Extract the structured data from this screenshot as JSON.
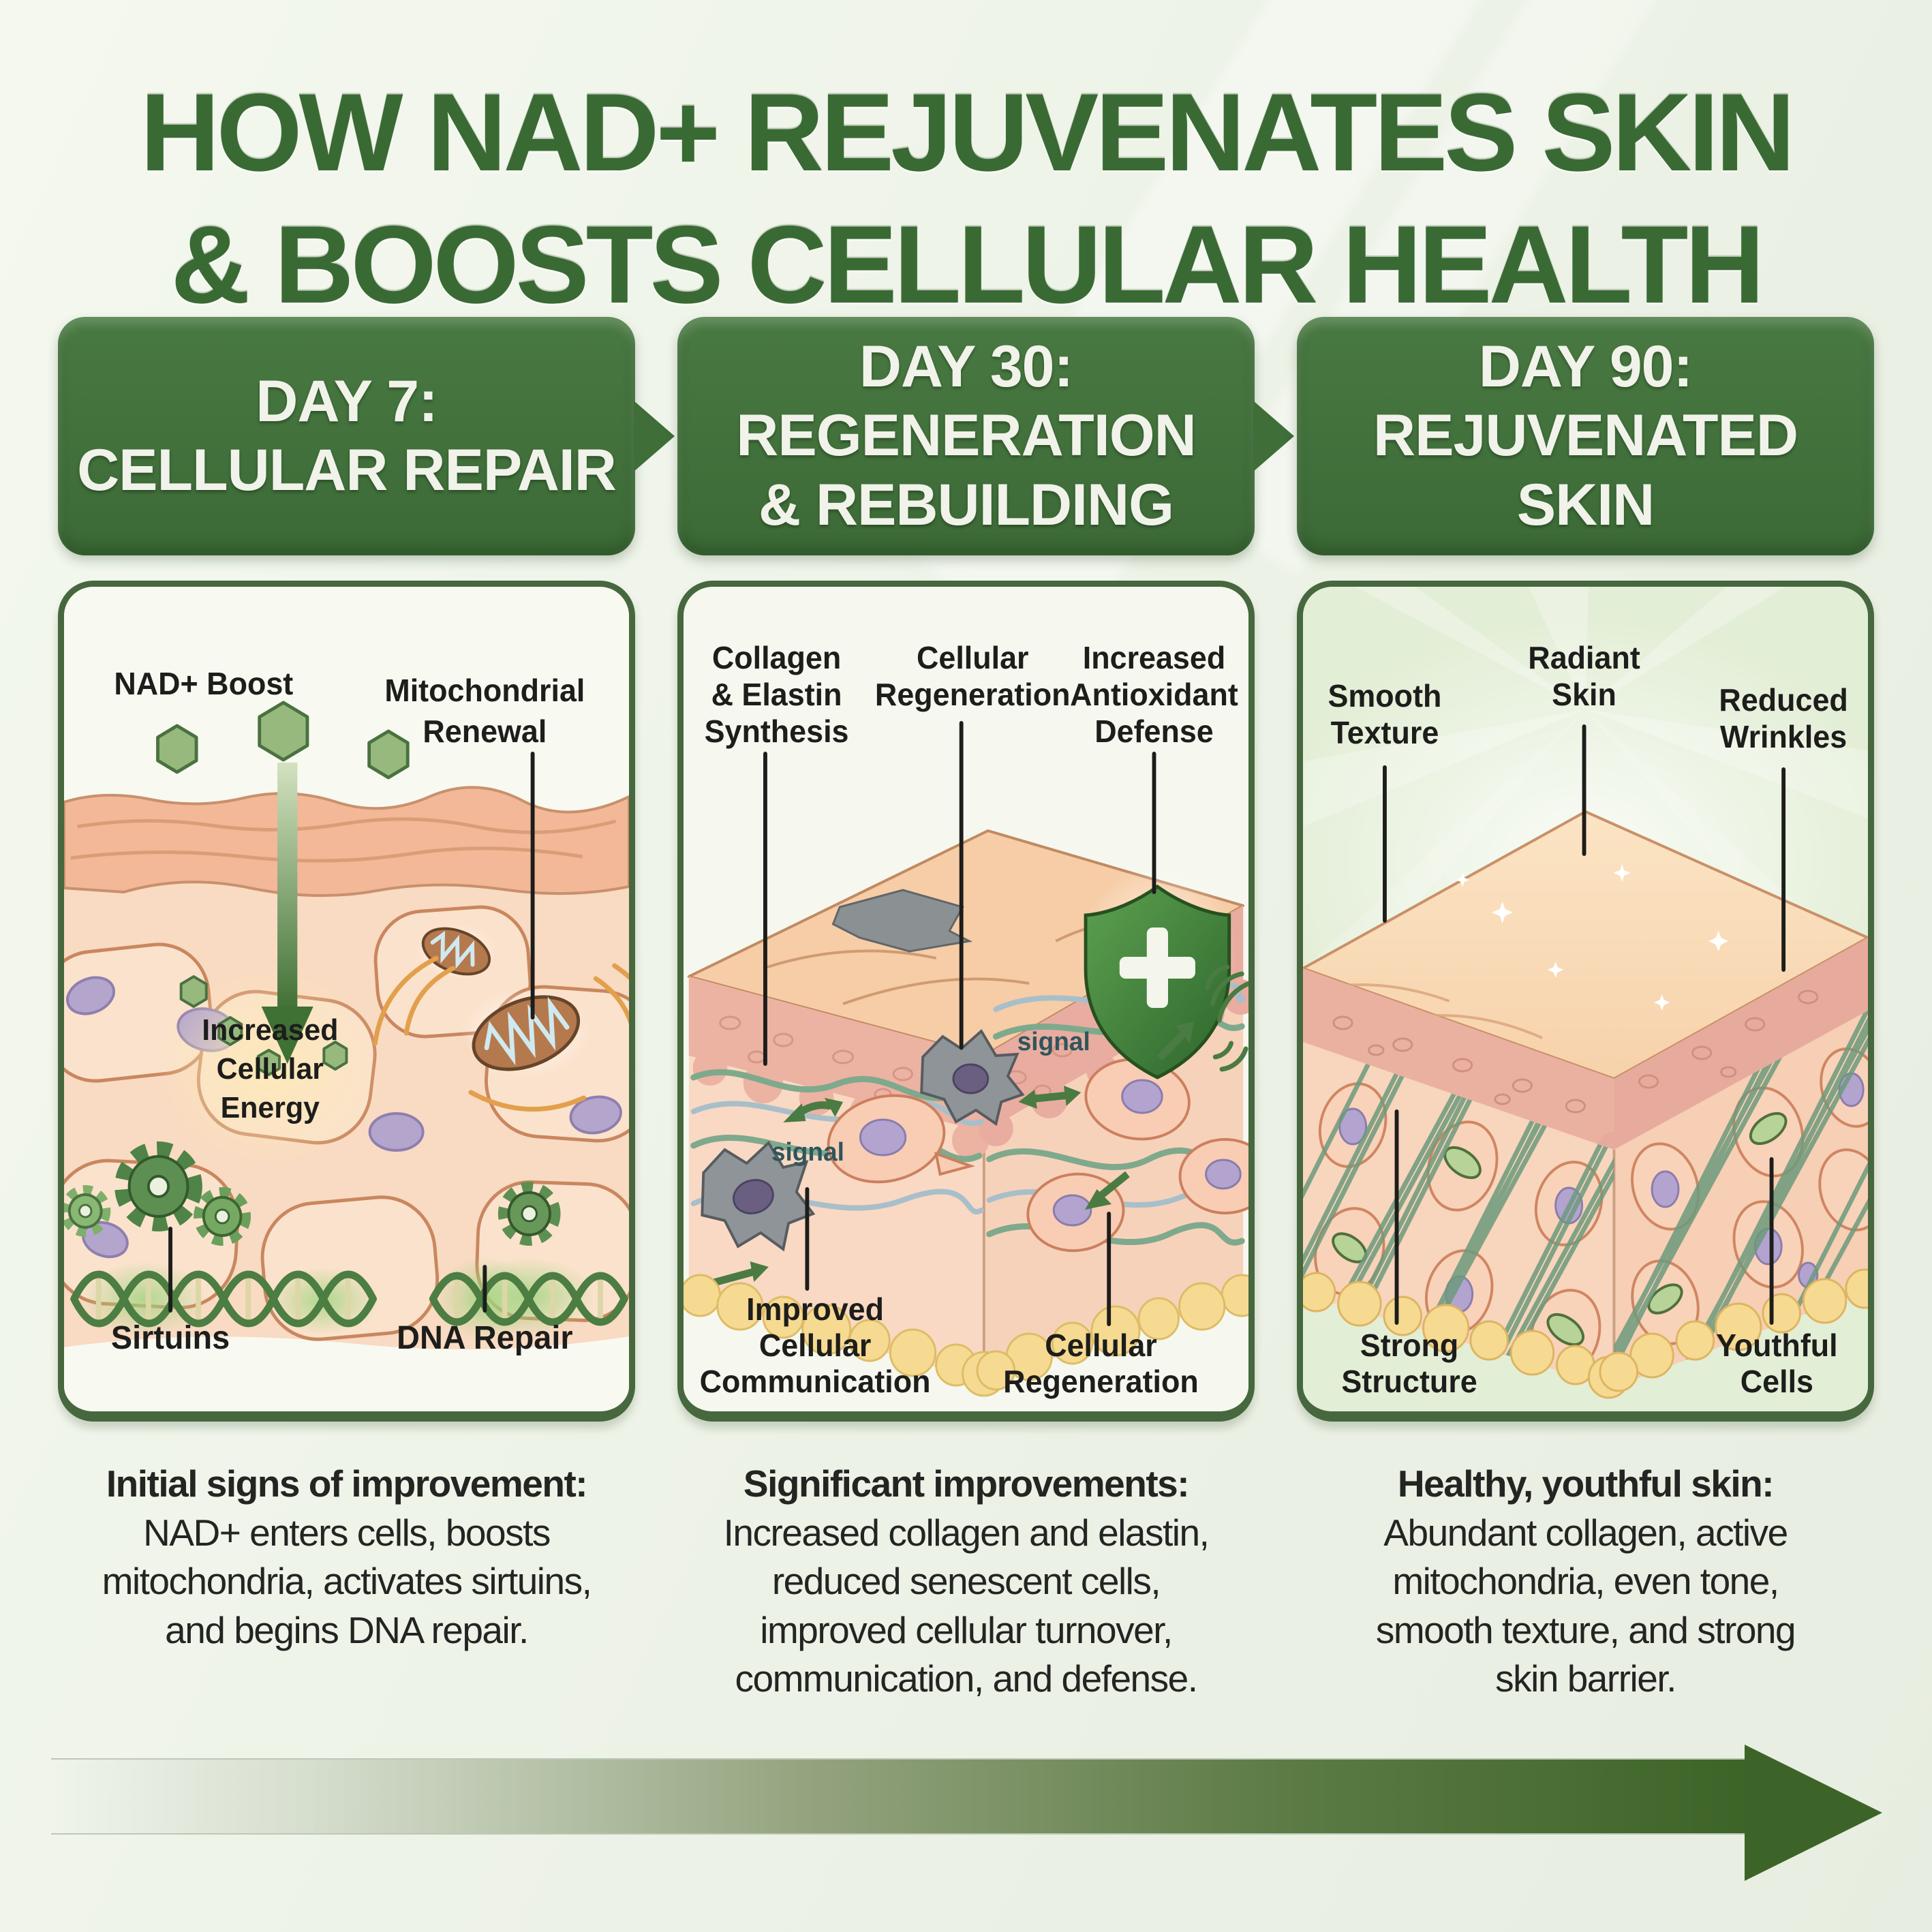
{
  "title": {
    "line1": "HOW NAD+ REJUVENATES SKIN",
    "line2": "& BOOSTS CELLULAR HEALTH"
  },
  "colors": {
    "title_green": "#3a6a34",
    "banner_green": "#40703c",
    "panel_border_green": "#47673e",
    "flow_arrow_green": "#3d6428",
    "label_text": "#1d1d1b",
    "signal_teal": "#2e565c",
    "shield_green": "#3f7d38",
    "skin_tone": "#f6cda6",
    "dermis_pink": "#ecb2a2",
    "fat_yellow": "#f6da92",
    "nucleus_purple": "#b4a5cd"
  },
  "icons": {
    "nad_molecule": "hexagon",
    "boost_arrow": "arrow-down",
    "sirtuin_gear": "gear",
    "dna_helix": "double-helix",
    "mitochondrion": "bean-zigzag",
    "antioxidant_shield": "shield-plus",
    "signal_waves": "signal-arcs",
    "flow_arrow": "arrow-right"
  },
  "stages": [
    {
      "banner_lines": [
        "DAY 7:",
        "CELLULAR REPAIR",
        ""
      ],
      "labels": {
        "nad_boost": "NAD+ Boost",
        "mito_1": "Mitochondrial",
        "mito_2": "Renewal",
        "energy_1": "Increased",
        "energy_2": "Cellular",
        "energy_3": "Energy",
        "sirtuins": "Sirtuins",
        "dna_repair": "DNA Repair"
      },
      "description": {
        "heading": "Initial signs of improvement:",
        "lines": [
          "NAD+ enters cells, boosts",
          "mitochondria, activates sirtuins,",
          "and begins DNA repair."
        ]
      }
    },
    {
      "banner_lines": [
        "DAY 30:",
        "REGENERATION",
        "& REBUILDING"
      ],
      "labels": {
        "collagen_1": "Collagen",
        "collagen_2": "& Elastin",
        "collagen_3": "Synthesis",
        "regen_top_1": "Cellular",
        "regen_top_2": "Regeneration",
        "antiox_1": "Increased",
        "antiox_2": "Antioxidant",
        "antiox_3": "Defense",
        "signal_left": "signal",
        "signal_right": "signal",
        "comm_1": "Improved",
        "comm_2": "Cellular",
        "comm_3": "Communication",
        "regen_bottom_1": "Cellular",
        "regen_bottom_2": "Regeneration"
      },
      "description": {
        "heading": "Significant improvements:",
        "lines": [
          "Increased collagen and elastin,",
          "reduced senescent cells,",
          "improved cellular turnover,",
          "communication, and defense."
        ]
      }
    },
    {
      "banner_lines": [
        "DAY 90:",
        "REJUVENATED",
        "SKIN"
      ],
      "labels": {
        "smooth_1": "Smooth",
        "smooth_2": "Texture",
        "radiant_1": "Radiant",
        "radiant_2": "Skin",
        "wrinkles_1": "Reduced",
        "wrinkles_2": "Wrinkles",
        "structure_1": "Strong",
        "structure_2": "Structure",
        "youthful_1": "Youthful",
        "youthful_2": "Cells"
      },
      "description": {
        "heading": "Healthy, youthful skin:",
        "lines": [
          "Abundant collagen, active",
          "mitochondria, even tone,",
          "smooth texture, and strong",
          "skin barrier."
        ]
      }
    }
  ]
}
